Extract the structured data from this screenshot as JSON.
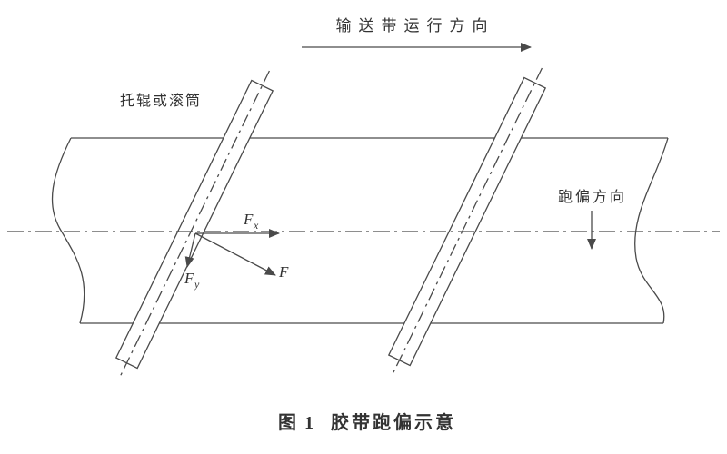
{
  "figure": {
    "caption_label": "图 1",
    "caption_title": "胶带跑偏示意"
  },
  "annotations": {
    "belt_direction": "输送带运行方向",
    "roller_label": "托辊或滚筒",
    "deviation_label": "跑偏方向"
  },
  "forces": {
    "fx_main": "F",
    "fx_sub": "x",
    "fy_main": "F",
    "fy_sub": "y",
    "f_main": "F"
  },
  "colors": {
    "line": "#4a4a4a",
    "background": "#ffffff"
  }
}
